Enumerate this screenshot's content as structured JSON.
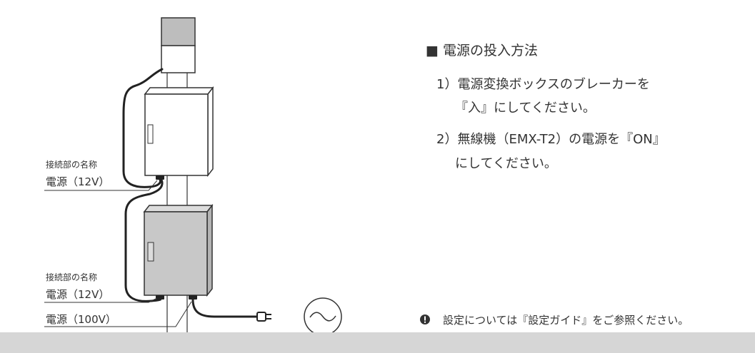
{
  "labels": {
    "conn_name_1": "接続部の名称",
    "power_12v_1": "電源（12V）",
    "conn_name_2": "接続部の名称",
    "power_12v_2": "電源（12V）",
    "power_100v": "電源（100V）"
  },
  "instructions": {
    "title": "■ 電源の投入方法",
    "step1_line1": "1）電源変換ボックスのブレーカーを",
    "step1_line2": "『入』にしてください。",
    "step2_line1": "2）無線機（EMX-T2）の電源を『ON』",
    "step2_line2": "にしてください。"
  },
  "note": {
    "icon": "exclamation-circle-icon",
    "text": "設定については『設定ガイド』をご参照ください。"
  },
  "colors": {
    "line": "#333333",
    "upper_box_fill": "#ffffff",
    "lower_box_fill": "#c8c8c8",
    "beacon_top_fill": "#bdbdbd",
    "footer_bar": "#d6d6d6"
  }
}
